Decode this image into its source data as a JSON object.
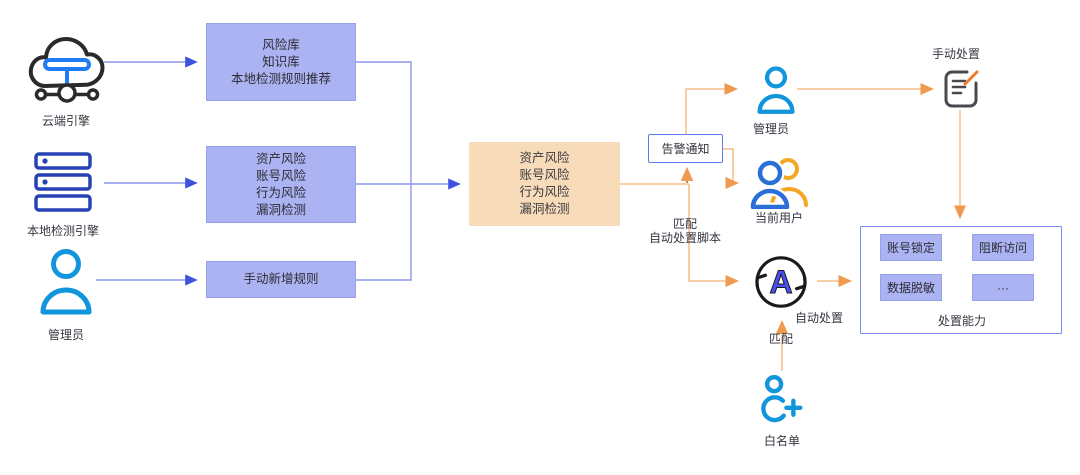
{
  "colors": {
    "purple_fill": "#abb3f2",
    "purple_border": "#97a0ea",
    "blue_line": "#8b96ee",
    "blue_arrow": "#3d53e0",
    "orange_fill": "#f8dcba",
    "orange_line": "#f6bd88",
    "orange_arrow": "#ef9a4e",
    "alert_border": "#5f7bf2",
    "panel_border": "#7d8cf0",
    "text": "#363640",
    "icon_blue": "#1296db",
    "icon_navy": "#2742b4",
    "icon_dark": "#2a2a2e",
    "icon_orange": "#f5a623",
    "a_letter": "#4a4ff0"
  },
  "sources": [
    {
      "label": "云端引擎",
      "icon": "cloud-engine-icon"
    },
    {
      "label": "本地检测引擎",
      "icon": "server-icon"
    },
    {
      "label": "管理员",
      "icon": "person-icon"
    }
  ],
  "rule_boxes": [
    {
      "lines": [
        "风险库",
        "知识库",
        "本地检测规则推荐"
      ]
    },
    {
      "lines": [
        "资产风险",
        "账号风险",
        "行为风险",
        "漏洞检测"
      ]
    },
    {
      "lines": [
        "手动新增规则"
      ]
    }
  ],
  "risk_box": {
    "lines": [
      "资产风险",
      "账号风险",
      "行为风险",
      "漏洞检测"
    ]
  },
  "alert_box": {
    "label": "告警通知"
  },
  "admin_right": {
    "label": "管理员",
    "icon": "person-icon"
  },
  "current_user": {
    "label": "当前用户",
    "icon": "two-users-icon"
  },
  "manual_disposal": {
    "label": "手动处置",
    "icon": "document-edit-icon"
  },
  "auto_disposal": {
    "label": "自动处置",
    "letter": "A",
    "icon": "auto-cycle-icon"
  },
  "whitelist": {
    "label": "白名单",
    "icon": "add-user-icon"
  },
  "edge_labels": {
    "match_line1": "匹配",
    "match_line2": "自动处置脚本",
    "match": "匹配"
  },
  "capability_panel": {
    "title": "处置能力",
    "items": [
      "账号锁定",
      "阻断访问",
      "数据脱敏",
      "···"
    ]
  }
}
